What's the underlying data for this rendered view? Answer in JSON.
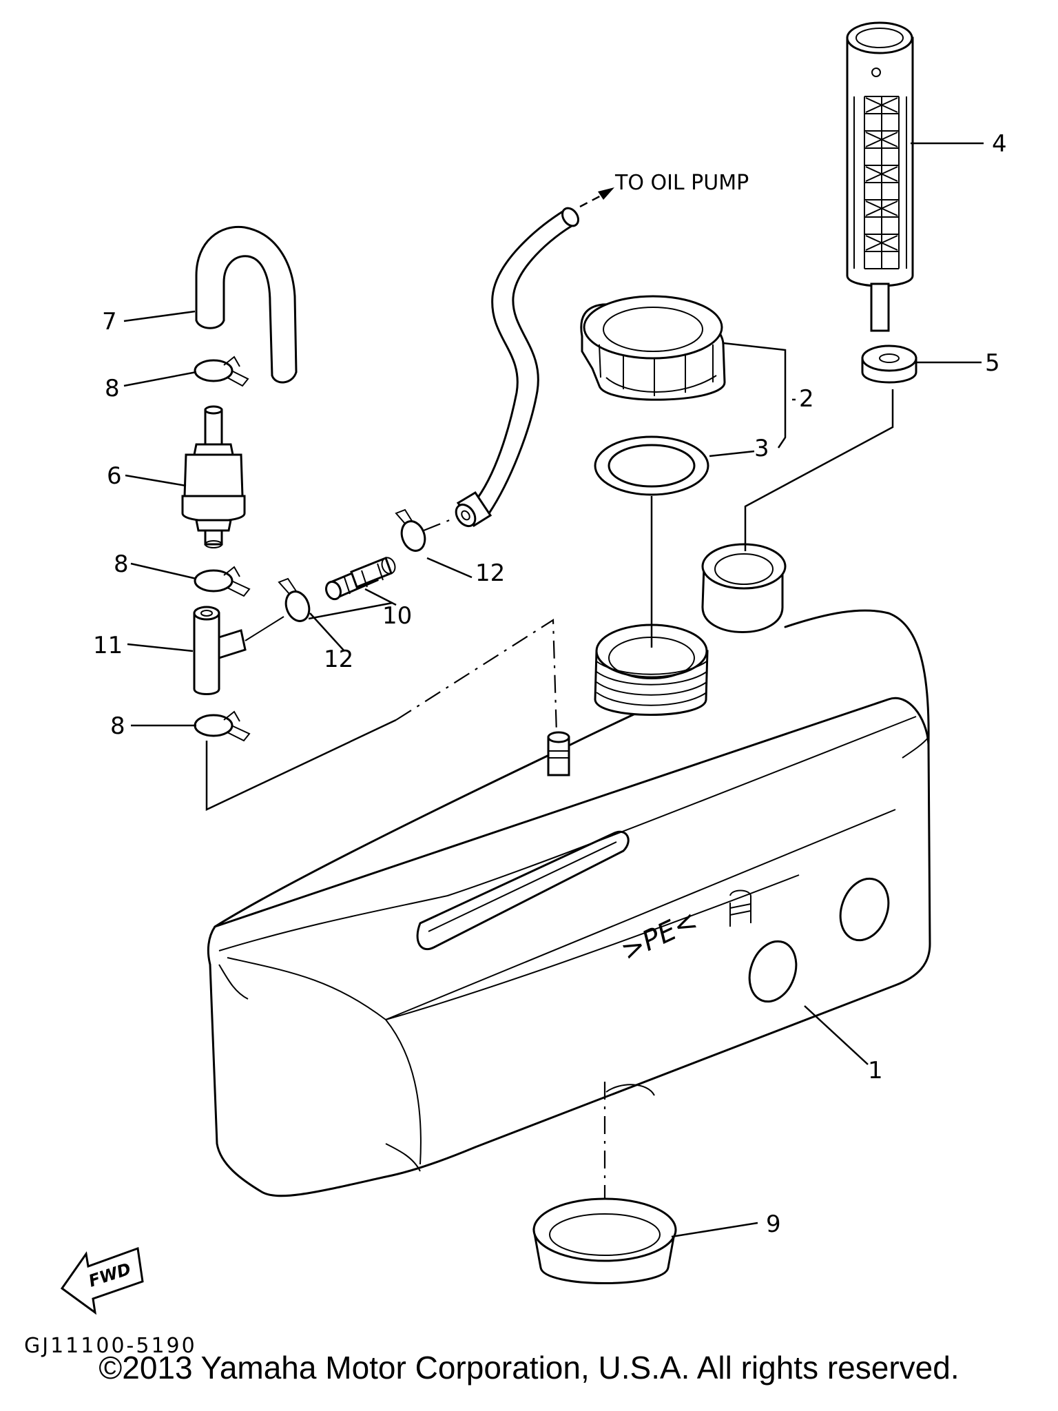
{
  "diagram": {
    "callouts": [
      {
        "id": "1",
        "text": "1"
      },
      {
        "id": "2",
        "text": "2"
      },
      {
        "id": "3",
        "text": "3"
      },
      {
        "id": "4",
        "text": "4"
      },
      {
        "id": "5",
        "text": "5"
      },
      {
        "id": "6",
        "text": "6"
      },
      {
        "id": "7",
        "text": "7"
      },
      {
        "id": "8a",
        "text": "8"
      },
      {
        "id": "8b",
        "text": "8"
      },
      {
        "id": "8c",
        "text": "8"
      },
      {
        "id": "9",
        "text": "9"
      },
      {
        "id": "10",
        "text": "10"
      },
      {
        "id": "11",
        "text": "11"
      },
      {
        "id": "12a",
        "text": "12"
      },
      {
        "id": "12b",
        "text": "12"
      }
    ],
    "annotation_oil_pump": "TO OIL PUMP",
    "tank_marking": ">PE<",
    "fwd_label": "FWD",
    "diagram_code": "GJ11100-5190"
  },
  "footer": {
    "copyright": "©2013 Yamaha Motor Corporation, U.S.A. All rights reserved."
  }
}
